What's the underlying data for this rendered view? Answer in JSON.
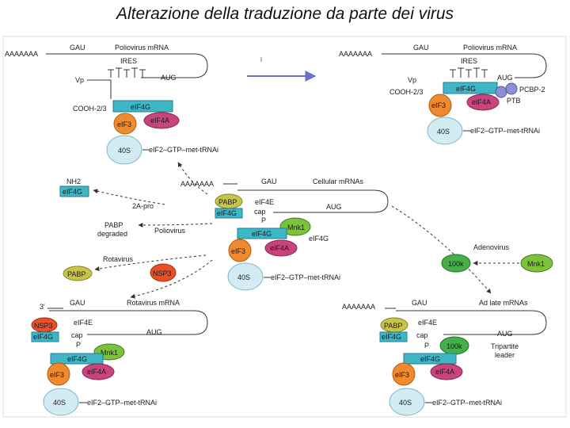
{
  "title": "Alterazione della traduzione da parte dei virus",
  "colors": {
    "eIF4G": "#3fb6c6",
    "eIF3": "#ef8a2e",
    "eIF4A": "#c9437d",
    "ribosome_40S": "#d3ecf4",
    "PABP": "#c8c44a",
    "Mnk1": "#7cc23c",
    "NSP3": "#e8502a",
    "p100k": "#45b04a",
    "PTB": "#8a90d4",
    "arrow": "#6a6fd0"
  },
  "panel_top_left": {
    "polyA": "AAAAAAA",
    "gau": "GAU",
    "mrna_label": "Poliovirus mRNA",
    "ires": "IRES",
    "vp": "Vp",
    "aug": "AUG",
    "cooh": "COOH-2/3",
    "eif4g": "eIF4G",
    "eif3": "eIF3",
    "eif4a": "eIF4A",
    "ribosome": "40S",
    "ternary": "eIF2–GTP–met-tRNAi"
  },
  "panel_top_right": {
    "polyA": "AAAAAAA",
    "gau": "GAU",
    "mrna_label": "Poliovirus mRNA",
    "ires": "IRES",
    "vp": "Vp",
    "aug": "AUG",
    "cooh": "COOH-2/3",
    "eif4g": "eIF4G",
    "eif3": "eIF3",
    "eif4a": "eIF4A",
    "pcbp": "PCBP-2",
    "ptb": "PTB",
    "ribosome": "40S",
    "ternary": "eIF2–GTP–met-tRNAi"
  },
  "panel_center": {
    "polyA": "AAAAAAA",
    "gau": "GAU",
    "mrna_label": "Cellular mRNAs",
    "pabp": "PABP",
    "eif4e": "eIF4E",
    "eif4g_cap": "eIF4G",
    "cap": "cap",
    "p": "P",
    "aug": "AUG",
    "mnk1": "Mnk1",
    "eif4g": "eIF4G",
    "eif4g_side": "eIF4G",
    "eif3": "eIF3",
    "eif4a": "eIF4A",
    "ribosome": "40S",
    "ternary": "eIF2–GTP–met-tRNAi"
  },
  "side_labels": {
    "nh2": "NH2",
    "eif4g_fragment": "eIF4G",
    "pro_2a": "2A-pro",
    "pabp_degraded": "PABP\ndegraded",
    "poliovirus": "Poliovirus",
    "rotavirus": "Rotavirus",
    "pabp": "PABP",
    "nsp3": "NSP3",
    "adenovirus": "Adenovirus",
    "p100k": "100k",
    "mnk1": "Mnk1"
  },
  "panel_bottom_left": {
    "three_prime": "3′",
    "gau": "GAU",
    "mrna_label": "Rotavirus mRNA",
    "nsp3": "NSP3",
    "eif4e": "eIF4E",
    "eif4g_cap": "eIF4G",
    "cap": "cap",
    "p": "P",
    "aug": "AUG",
    "mnk1": "Mnk1",
    "eif4g": "eIF4G",
    "eif3": "eIF3",
    "eif4a": "eIF4A",
    "ribosome": "40S",
    "ternary": "eIF2–GTP–met-tRNAi"
  },
  "panel_bottom_right": {
    "polyA": "AAAAAAA",
    "gau": "GAU",
    "mrna_label": "Ad late mRNAs",
    "pabp": "PABP",
    "eif4e": "eIF4E",
    "eif4g_cap": "eIF4G",
    "cap": "cap",
    "p": "P",
    "aug": "AUG",
    "p100k": "100k",
    "tripartite1": "Tripartite",
    "tripartite2": "leader",
    "eif4g": "eIF4G",
    "eif3": "eIF3",
    "eif4a": "eIF4A",
    "ribosome": "40S",
    "ternary": "eIF2–GTP–met-tRNAi"
  }
}
